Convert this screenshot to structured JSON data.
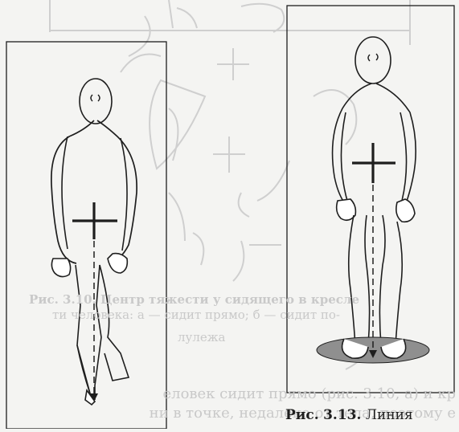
{
  "background_text": {
    "caption_line_1": "Рис. 3.10. Центр тяжести у сидящего в кресле",
    "caption_line_2": "ти человека: а — сидит прямо; б — сидит по-",
    "caption_line_3": "лулежа",
    "body_line_1": "еловек сидит прямо (рис. 3.10, а) и кр",
    "body_line_2": "ни в точке, недалеко от тела, поэтому е"
  },
  "figure_caption": {
    "label": "Рис.",
    "number": "3.13.",
    "text": "Линия"
  },
  "colors": {
    "ink": "#1e1e1e",
    "ghost": "#c9c9c9",
    "paper": "#f4f4f2"
  }
}
